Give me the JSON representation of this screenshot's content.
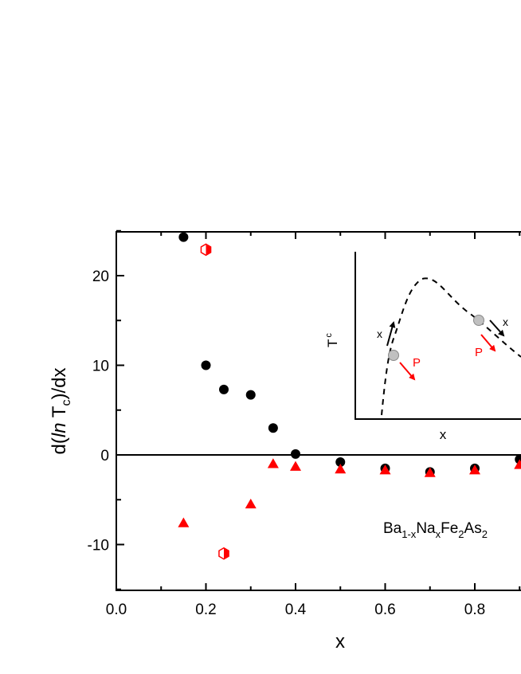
{
  "chart_data": {
    "type": "scatter",
    "title": "",
    "xlabel": "x",
    "ylabel": "d(ln Tc)/dx",
    "ylabel_parts": {
      "pre": "d(",
      "italic": "ln",
      "mid": " T",
      "sub": "c",
      "post": ")/dx"
    },
    "xlim": [
      0.0,
      0.9
    ],
    "ylim": [
      -15,
      25
    ],
    "x_ticks": [
      "0.0",
      "0.2",
      "0.4",
      "0.6",
      "0.8"
    ],
    "y_ticks": [
      "-10",
      "0",
      "10",
      "20"
    ],
    "grid": false,
    "zero_line": true,
    "annotation": {
      "text": "Ba1-xNaxFe2As2",
      "parts": [
        [
          "Ba",
          ""
        ],
        [
          "1-x",
          "sub"
        ],
        [
          "Na",
          ""
        ],
        [
          "x",
          "sub"
        ],
        [
          "Fe",
          ""
        ],
        [
          "2",
          "sub"
        ],
        [
          "As",
          ""
        ],
        [
          "2",
          "sub"
        ]
      ],
      "x": 0.59,
      "y": -8.3
    },
    "series": [
      {
        "name": "black circles",
        "marker": "circle",
        "color": "#000000",
        "x": [
          0.15,
          0.2,
          0.24,
          0.3,
          0.35,
          0.4,
          0.5,
          0.6,
          0.7,
          0.8,
          0.9
        ],
        "y": [
          24.3,
          10.0,
          7.3,
          6.7,
          3.0,
          0.1,
          -0.8,
          -1.5,
          -1.9,
          -1.5,
          -0.5
        ]
      },
      {
        "name": "red triangles",
        "marker": "triangle",
        "color": "#ff0000",
        "x": [
          0.15,
          0.3,
          0.35,
          0.4,
          0.5,
          0.6,
          0.7,
          0.8,
          0.9
        ],
        "y": [
          -7.6,
          -5.5,
          -1.0,
          -1.3,
          -1.6,
          -1.7,
          -2.0,
          -1.7,
          -1.1
        ]
      },
      {
        "name": "red half-filled hexagons",
        "marker": "hexagon-half",
        "color": "#ff0000",
        "x": [
          0.2,
          0.24
        ],
        "y": [
          22.9,
          -11.0
        ]
      }
    ],
    "inset": {
      "xlabel": "x",
      "ylabel": "T",
      "ylabel_sub": "c",
      "curve": "dashed dome Tc(x)",
      "points": [
        {
          "label_black": "x",
          "label_red": "P",
          "side": "underdoped"
        },
        {
          "label_black": "x",
          "label_red": "P",
          "side": "overdoped"
        }
      ],
      "colors": {
        "curve": "#000000",
        "point_fill": "#c0c0c0",
        "pressure_arrow": "#ff0000"
      }
    }
  }
}
